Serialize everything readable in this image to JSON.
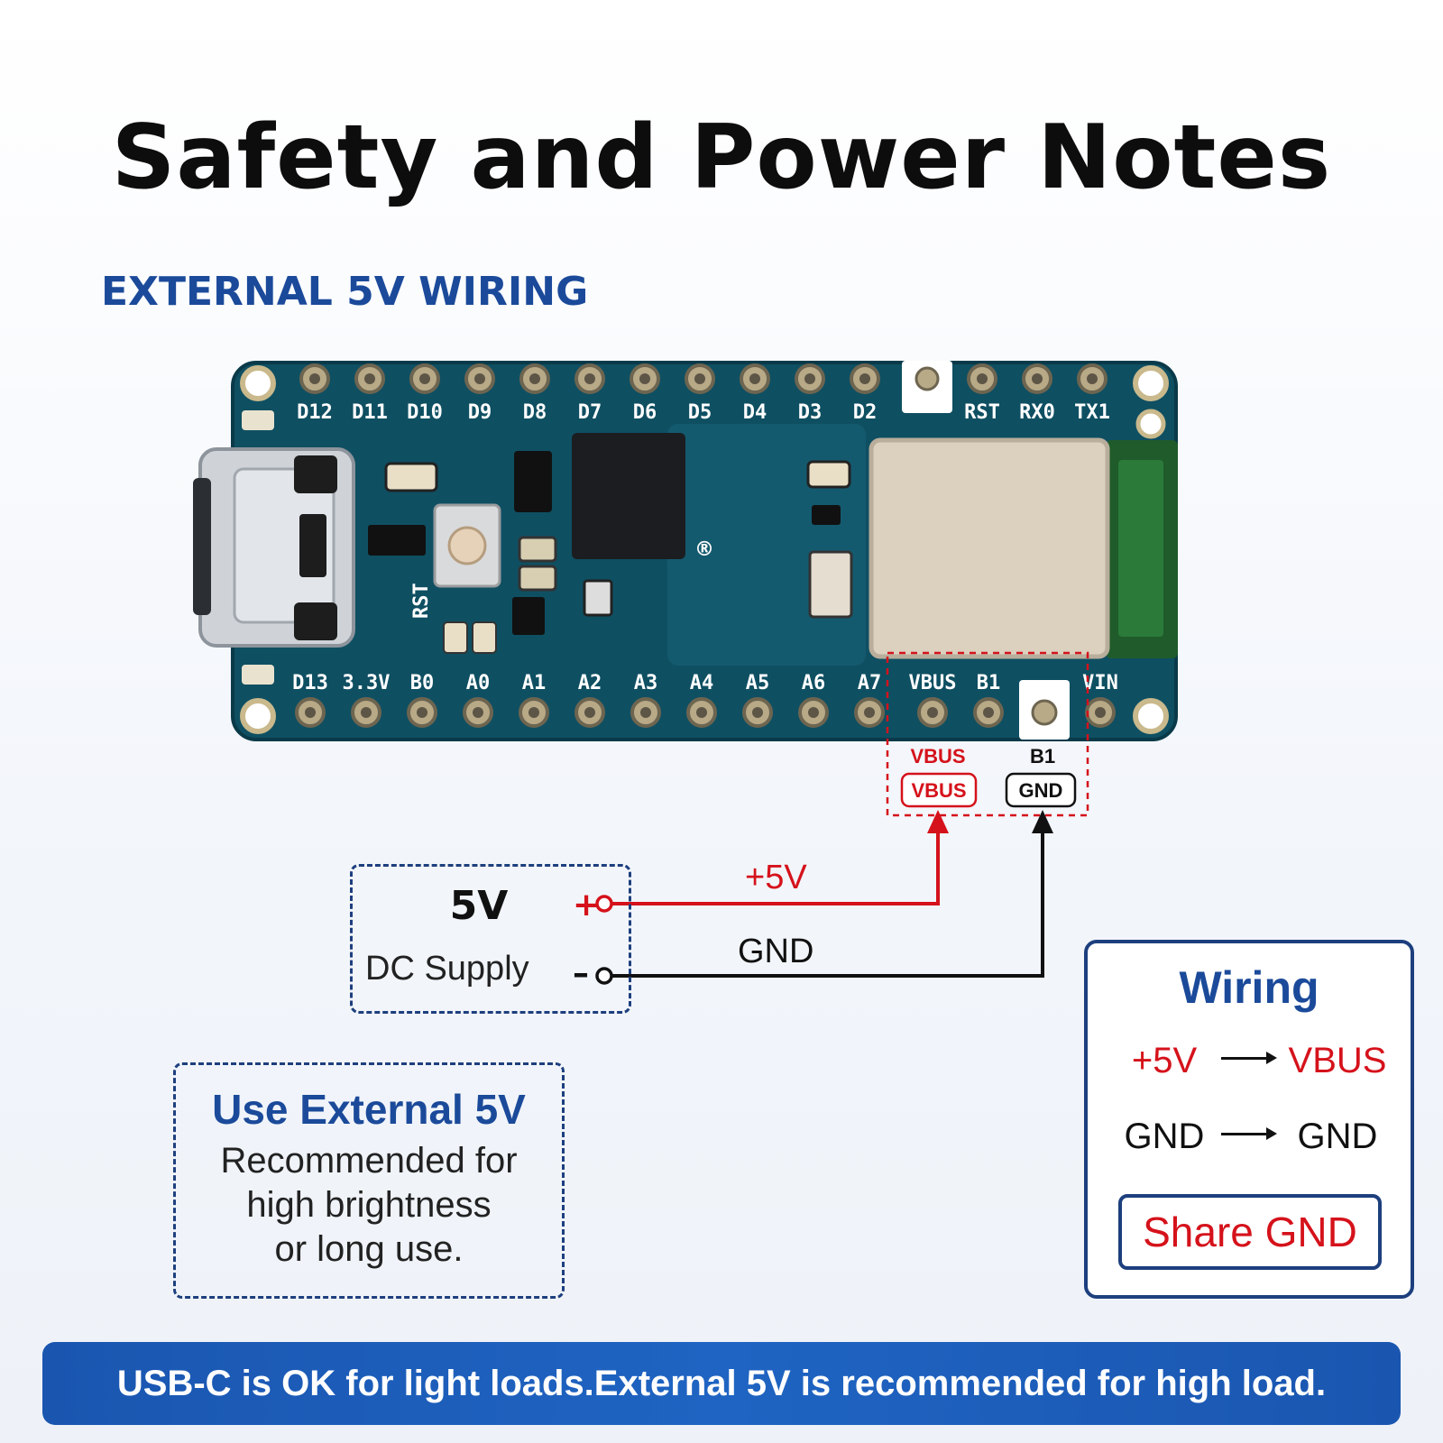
{
  "title": "Safety and Power Notes",
  "section_heading": "EXTERNAL 5V WIRING",
  "board": {
    "top_pins": [
      "D12",
      "D11",
      "D10",
      "D9",
      "D8",
      "D7",
      "D6",
      "D5",
      "D4",
      "D3",
      "D2",
      "RST",
      "RX0",
      "TX1"
    ],
    "bottom_pins": [
      "D13",
      "3.3V",
      "B0",
      "A0",
      "A1",
      "A2",
      "A3",
      "A4",
      "A5",
      "A6",
      "A7",
      "VBUS",
      "B1",
      "VIN"
    ],
    "reset_label": "RST",
    "registered_mark": "®"
  },
  "callout": {
    "vbus_top": "VBUS",
    "vbus_tag": "VBUS",
    "b1_top": "B1",
    "gnd_tag": "GND"
  },
  "supply": {
    "voltage": "5V",
    "label": "DC Supply",
    "plus": "+",
    "minus": "–"
  },
  "wires": {
    "positive": "+5V",
    "ground": "GND"
  },
  "external_note": {
    "title": "Use External 5V",
    "lines": [
      "Recommended for",
      "high brightness",
      "or long use."
    ]
  },
  "wiring_card": {
    "title": "Wiring",
    "rows": [
      {
        "from": "+5V",
        "to": "VBUS"
      },
      {
        "from": "GND",
        "to": "GND"
      }
    ],
    "badge": "Share GND"
  },
  "banner": "USB-C is OK for light loads.External 5V is recommended for high load.",
  "colors": {
    "accent_blue": "#1b4a9a",
    "power_red": "#d5121b",
    "board_teal": "#0f4f62",
    "banner_blue": "#1f64c2"
  }
}
